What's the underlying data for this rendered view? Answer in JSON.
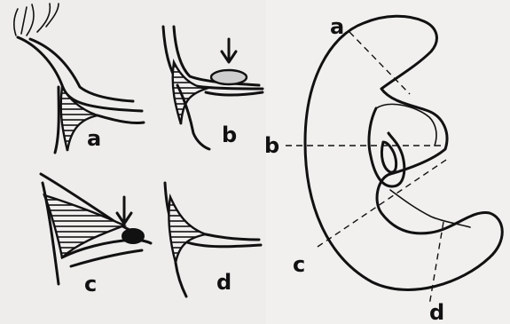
{
  "panels": {
    "a": {
      "label": "a"
    },
    "b": {
      "label": "b"
    },
    "c": {
      "label": "c"
    },
    "d": {
      "label": "d"
    }
  },
  "organ": {
    "section_labels": [
      "a",
      "b",
      "c",
      "d"
    ]
  }
}
